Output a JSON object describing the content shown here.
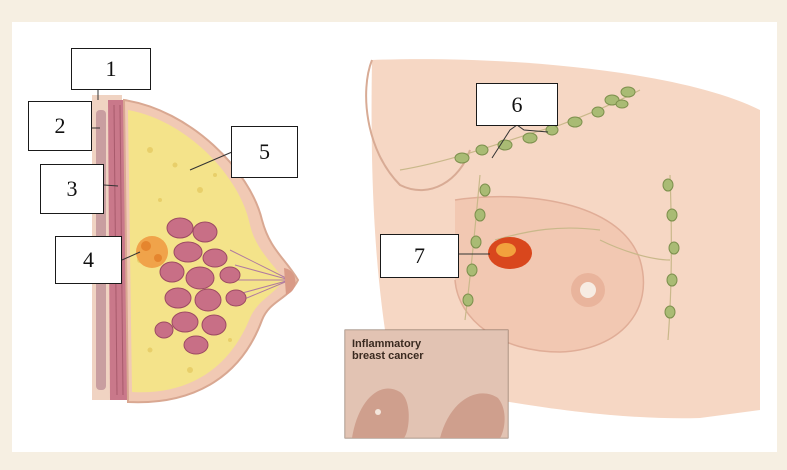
{
  "labels": {
    "l1": "1",
    "l2": "2",
    "l3": "3",
    "l4": "4",
    "l5": "5",
    "l6": "6",
    "l7": "7"
  },
  "inset": {
    "caption_line1": "Inflammatory",
    "caption_line2": "breast cancer"
  },
  "colors": {
    "background": "#f6efe2",
    "skin": "#f2cdb5",
    "fat": "#f4e38a",
    "lobules": "#c86f86",
    "muscle": "#c9788a",
    "lymph_nodes": "#a9bb74",
    "tumor": "#d9471d"
  }
}
